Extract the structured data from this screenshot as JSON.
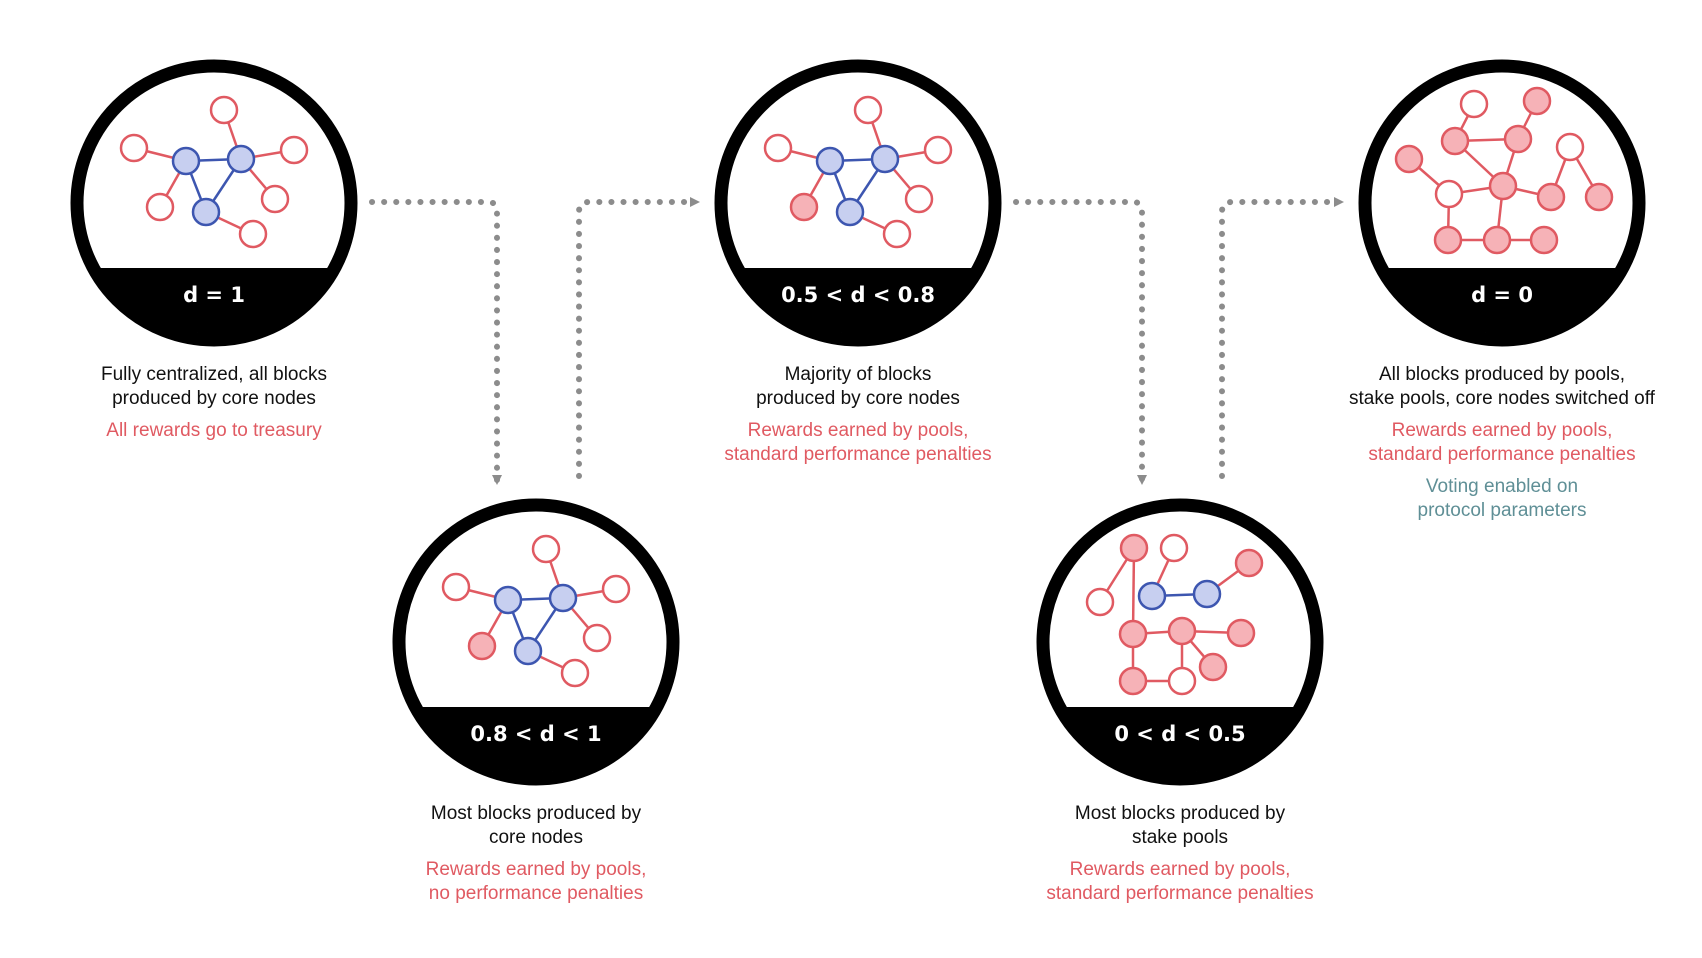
{
  "colors": {
    "core": "#c7cff0",
    "core_stroke": "#3d56b0",
    "pool": "#f6b2b7",
    "pool_stroke": "#e05a62",
    "arrow": "#8c8c8c",
    "ring": "#000000",
    "text": "#111111",
    "reward_text": "#e05a62",
    "voting_text": "#5f8f96"
  },
  "stages": [
    {
      "id": "stage-1",
      "label": "d = 1",
      "lines": [
        "Fully centralized, all blocks",
        "produced by core nodes"
      ],
      "reward": [
        "All rewards go to treasury"
      ],
      "voting": []
    },
    {
      "id": "stage-2",
      "label": "0.8 < d < 1",
      "lines": [
        "Most blocks produced by",
        "core nodes"
      ],
      "reward": [
        "Rewards earned by pools,",
        "no performance penalties"
      ],
      "voting": []
    },
    {
      "id": "stage-3",
      "label": "0.5 < d < 0.8",
      "lines": [
        "Majority of blocks",
        "produced by core nodes"
      ],
      "reward": [
        "Rewards earned by pools,",
        "standard performance penalties"
      ],
      "voting": []
    },
    {
      "id": "stage-4",
      "label": "0 < d < 0.5",
      "lines": [
        "Most blocks produced by",
        "stake pools"
      ],
      "reward": [
        "Rewards earned by pools,",
        "standard performance penalties"
      ],
      "voting": []
    },
    {
      "id": "stage-5",
      "label": "d = 0",
      "lines": [
        "All blocks produced by pools,",
        "stake pools, core nodes switched off"
      ],
      "reward": [
        "Rewards earned by pools,",
        "standard performance penalties"
      ],
      "voting": [
        "Voting enabled on",
        "protocol parameters"
      ]
    }
  ]
}
